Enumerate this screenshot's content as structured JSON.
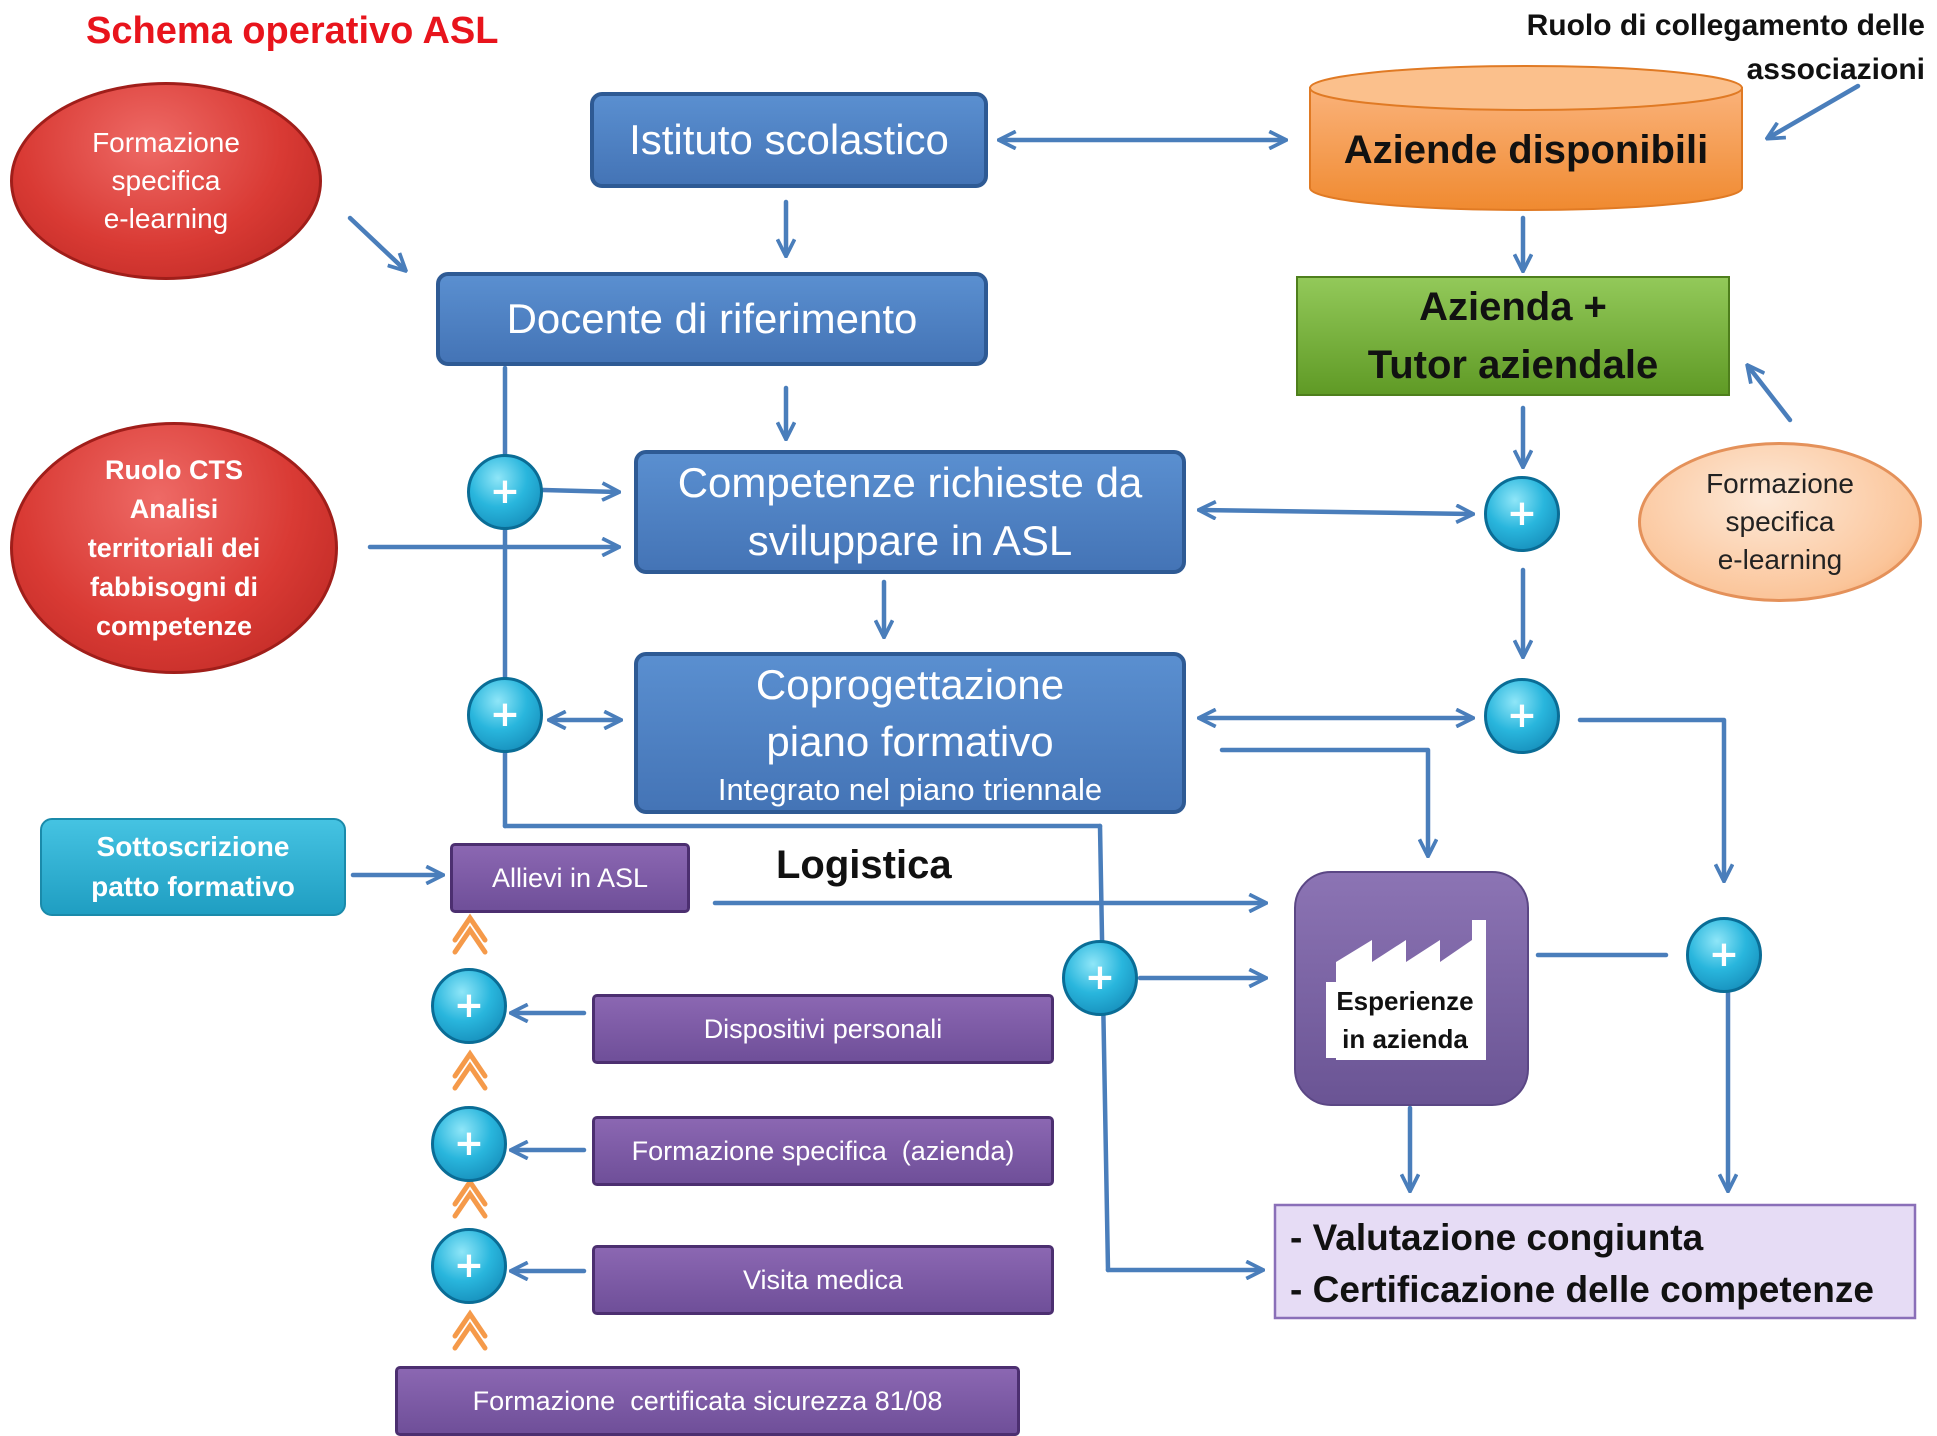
{
  "title": "Schema operativo ASL",
  "association_role": [
    "Ruolo di collegamento delle",
    "associazioni"
  ],
  "nodes": {
    "istituto": "Istituto scolastico",
    "aziende_disponibili": "Aziende disponibili",
    "docente": "Docente di riferimento",
    "azienda_tutor": [
      "Azienda +",
      "Tutor aziendale"
    ],
    "competenze": [
      "Competenze richieste da",
      "sviluppare in ASL"
    ],
    "coprogettazione": [
      "Coprogettazione",
      "piano formativo"
    ],
    "coprogettazione_sub": "Integrato nel piano triennale",
    "formazione_elearning_left": [
      "Formazione",
      "specifica",
      "e-learning"
    ],
    "formazione_elearning_right": [
      "Formazione",
      "specifica",
      "e-learning"
    ],
    "ruolo_cts": [
      "Ruolo CTS",
      "Analisi",
      "territoriali dei",
      "fabbisogni di",
      "competenze"
    ],
    "sottoscrizione": [
      "Sottoscrizione",
      "patto formativo"
    ],
    "allievi": "Allievi in ASL",
    "logistica": "Logistica",
    "dispositivi": "Dispositivi personali",
    "formazione_azienda": "Formazione specifica  (azienda)",
    "visita": "Visita medica",
    "formazione_sicurezza": "Formazione  certificata sicurezza 81/08",
    "esperienze": [
      "Esperienze",
      "in azienda"
    ],
    "valutazione": [
      "- Valutazione congiunta",
      "- Certificazione delle competenze"
    ]
  },
  "plus_symbol": "+",
  "colors": {
    "title": "#e8141c",
    "blue_box": "#4f81bd",
    "arrow": "#4a7ebb",
    "orange": "#f79646",
    "green": "#77b338",
    "purple": "#7b5ea7",
    "red_ellipse": "#d93a34",
    "peach_ellipse": "#fbc59a",
    "teal_box": "#31b0d0",
    "plus_circle": "#29b6dd",
    "lavender": "#e6dcf5",
    "up_arrow": "#f59a4a"
  }
}
